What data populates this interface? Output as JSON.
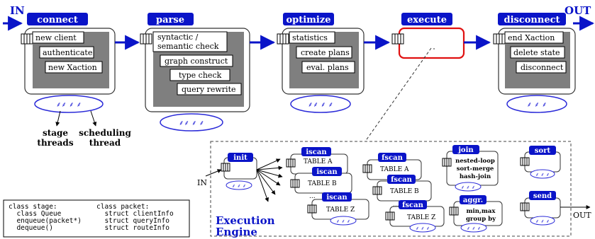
{
  "labels": {
    "in": "IN",
    "out": "OUT",
    "in_small": "IN",
    "out_small": "OUT",
    "stage_threads": [
      "stage",
      "threads"
    ],
    "scheduling_thread": [
      "scheduling",
      "thread"
    ],
    "engine_title": [
      "Execution",
      "Engine"
    ]
  },
  "stages": [
    {
      "title": "connect",
      "steps": [
        "new client",
        "authenticate",
        "new Xaction"
      ]
    },
    {
      "title": "parse",
      "steps": [
        "syntactic /",
        "semantic check",
        "graph construct",
        "type check",
        "query rewrite"
      ]
    },
    {
      "title": "optimize",
      "steps": [
        "statistics",
        "create  plans",
        "eval.  plans"
      ]
    },
    {
      "title": "execute",
      "steps": []
    },
    {
      "title": "disconnect",
      "steps": [
        "end Xaction",
        "delete state",
        "disconnect"
      ]
    }
  ],
  "engine": {
    "init": "init",
    "iscan": [
      "iscan",
      "iscan",
      "iscan"
    ],
    "iscan_tables": [
      "TABLE A",
      "TABLE B",
      "...",
      "TABLE Z"
    ],
    "fscan": [
      "fscan",
      "fscan",
      "fscan"
    ],
    "fscan_tables": [
      "TABLE A",
      "TABLE B",
      "...",
      "TABLE Z"
    ],
    "join": "join",
    "join_lines": [
      "nested-loop",
      "sort-merge",
      "hash-join"
    ],
    "aggr": "aggr.",
    "aggr_lines": [
      "min,max",
      "group by"
    ],
    "sort": "sort",
    "send": "send"
  },
  "code": {
    "left": [
      "class stage:",
      "  class Queue",
      "  enqueue(packet*)",
      "  dequeue()"
    ],
    "right": [
      "class packet:",
      "  struct clientInfo",
      "  struct queryInfo",
      "  struct routeInfo"
    ]
  },
  "colors": {
    "title_fill": "#0a14c8",
    "arrow": "#0a14c8",
    "execute_border": "#e01010",
    "ellipse": "#2a2ad8",
    "dark_step": "#7f7f7f"
  }
}
